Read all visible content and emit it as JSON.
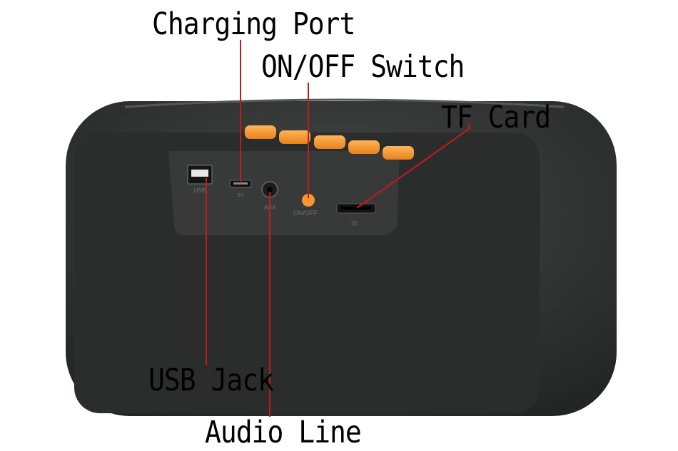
{
  "callouts": {
    "charging_port": "Charging Port",
    "on_off_switch": "ON/OFF Switch",
    "tf_card": "TF Card",
    "usb_jack": "USB Jack",
    "audio_line": "Audio Line"
  },
  "panel_markings": {
    "usb": "USB",
    "micro_usb": "5V",
    "aux": "AUX",
    "on_off": "ON/OFF",
    "tf": "TF"
  },
  "colors": {
    "speaker_body": "#333635",
    "grille_panel": "#2b2d2c",
    "accent_buttons": "#f5972d",
    "leader_lines": "#c41a1a"
  }
}
